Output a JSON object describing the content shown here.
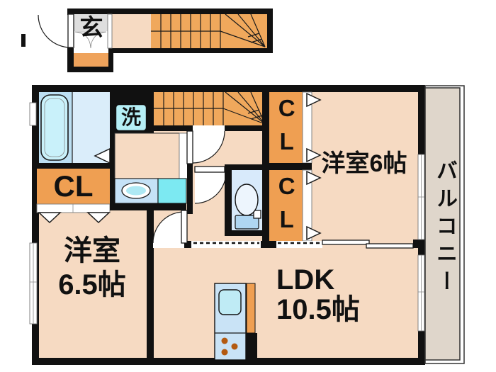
{
  "title": "apartment-floor-plan",
  "palette": {
    "wall": "#111111",
    "line": "#1a1a1a",
    "white": "#ffffff",
    "floor": "#f6dac2",
    "stair": "#f0a85c",
    "closet": "#ef9f52",
    "step": "#efa35c",
    "genkan_tile": "#dedede",
    "bath_zone": "#bcdff2",
    "bath_floor": "#daedfa",
    "tub": "#c9f1fa",
    "laundry_cyan": "#b5eff6",
    "counter_blue": "#c5e2f7",
    "counter_cyan": "#7ce9f2",
    "basin_cyan": "#aee9f4",
    "toilet_floor": "#d8eafb",
    "fixture_blue": "#afd6f2",
    "toilet_bowl": "#edf5fd",
    "kitchen_blue": "#c9e3f6",
    "sink_cyan": "#bfebf5",
    "burner": "#b35a11",
    "balcony_floor": "#dfd6cb"
  },
  "labels": {
    "entrance": "玄",
    "laundry": "洗",
    "closet_left": "CL",
    "closet_right_top": "CL",
    "closet_right_bottom": "CL",
    "western_room_6": "洋室6帖",
    "western_room_65_name": "洋室",
    "western_room_65_size": "6.5帖",
    "ldk_name": "LDK",
    "ldk_size": "10.5帖",
    "balcony": "バルコニー"
  }
}
